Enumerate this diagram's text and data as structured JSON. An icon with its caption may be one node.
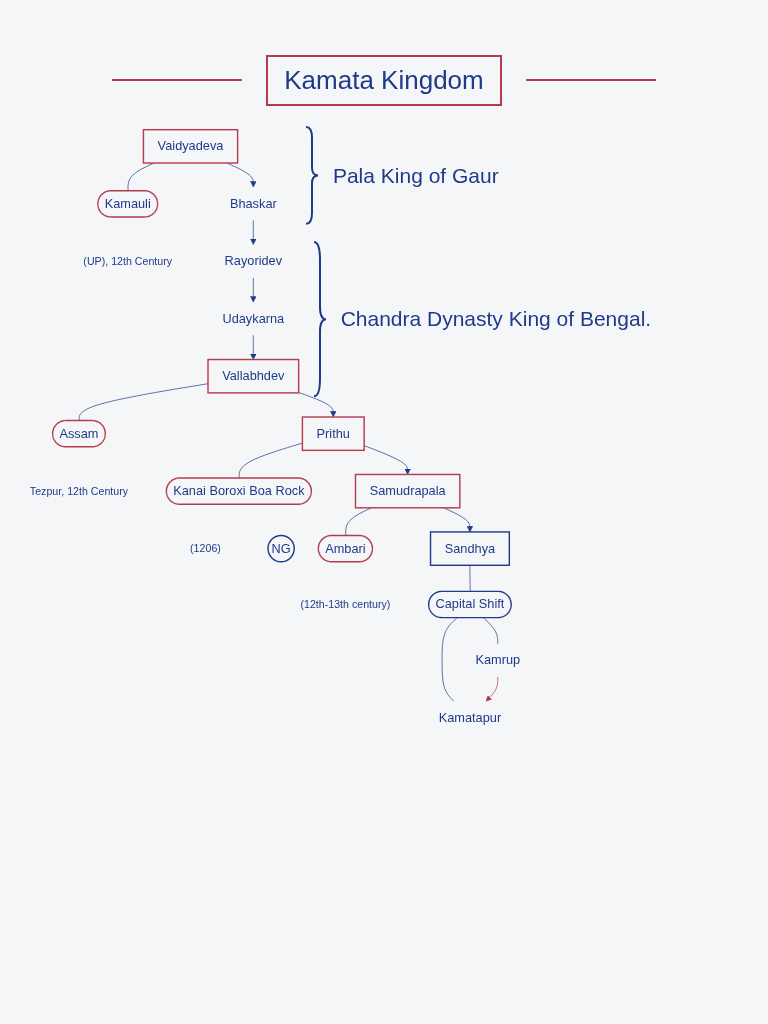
{
  "diagram": {
    "title": "Kamata Kingdom",
    "nodes": [
      {
        "text": [
          "Vaidyadeva"
        ]
      },
      {
        "text": [
          "Kamauli"
        ],
        "beside": [
          "(UP), 12th Century"
        ]
      },
      {
        "text": [
          "Bhaskar"
        ]
      },
      {
        "text": [
          "Rayoridev"
        ]
      },
      {
        "text": [
          "Udaykarna"
        ]
      },
      {
        "text": [
          "Vallabhdev"
        ]
      },
      {
        "text": [
          "Assam"
        ],
        "beside": [
          "Tezpur, 12th Century"
        ]
      },
      {
        "text": [
          "Prithu"
        ]
      },
      {
        "text": [
          "Kanai Boroxi Boa Rock"
        ],
        "beside": [
          "(1206)"
        ]
      },
      {
        "text": [
          "NG"
        ]
      },
      {
        "text": [
          "Samudrapala"
        ]
      },
      {
        "text": [
          "Ambari"
        ],
        "beside": [
          "(12th-13th century)"
        ]
      },
      {
        "text": [
          "Sandhya"
        ]
      },
      {
        "text": [
          "Capital Shift"
        ]
      },
      {
        "text": [
          "Kamatapur"
        ]
      },
      {
        "text": [
          "Kamrup"
        ]
      }
    ],
    "edges": [
      {
        "from": 0,
        "to": 1,
        "arrow": "none"
      },
      {
        "from": 0,
        "to": 2,
        "arrow": "to"
      },
      {
        "from": 2,
        "to": 3,
        "arrow": "to"
      },
      {
        "from": 3,
        "to": 4,
        "arrow": "to"
      },
      {
        "from": 4,
        "to": 5,
        "arrow": "to"
      },
      {
        "from": 5,
        "to": 6,
        "arrow": "none"
      },
      {
        "from": 5,
        "to": 7,
        "arrow": "to"
      },
      {
        "from": 7,
        "to": 8,
        "arrow": "none"
      },
      {
        "from": 7,
        "to": 10,
        "arrow": "to"
      },
      {
        "from": 10,
        "to": 11,
        "arrow": "none"
      },
      {
        "from": 10,
        "to": 12,
        "arrow": "to"
      },
      {
        "from": 12,
        "to": 13,
        "arrow": "none"
      },
      {
        "from": 13,
        "to": 14,
        "arrow": "none"
      },
      {
        "from": 13,
        "to": 15,
        "arrow": "none"
      },
      {
        "from": 15,
        "to": 14,
        "arrow": "to",
        "color": "#b73a4f"
      }
    ],
    "labels": [
      "Pala King of Gaur",
      "Chandra Dynasty King of Bengal."
    ]
  }
}
